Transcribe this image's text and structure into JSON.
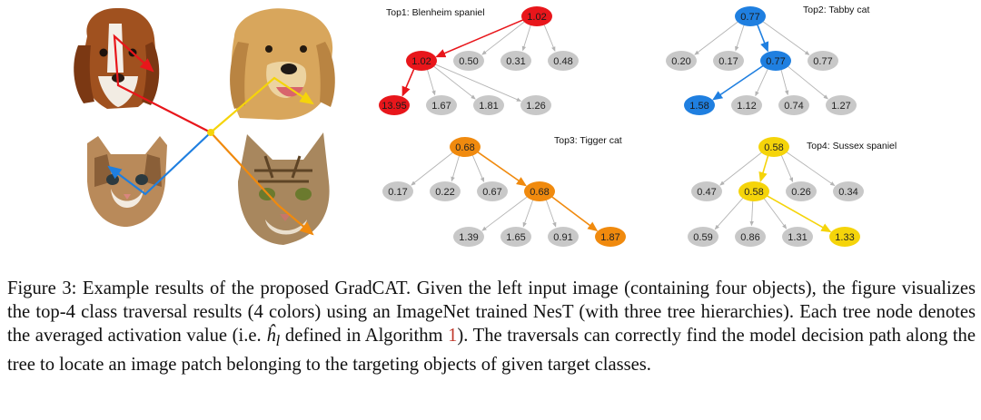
{
  "figure": {
    "trees": [
      {
        "label": "Top1: Blenheim spaniel",
        "color": "#e8161b",
        "levels": [
          [
            "1.02"
          ],
          [
            "1.02",
            "0.50",
            "0.31",
            "0.48"
          ],
          [
            "13.95",
            "1.67",
            "1.81",
            "1.26"
          ]
        ],
        "path": [
          0,
          0,
          0
        ]
      },
      {
        "label": "Top2: Tabby cat",
        "color": "#1f7fe0",
        "levels": [
          [
            "0.77"
          ],
          [
            "0.20",
            "0.17",
            "0.77",
            "0.77"
          ],
          [
            "1.58",
            "1.12",
            "0.74",
            "1.27"
          ]
        ],
        "path": [
          0,
          2,
          0
        ]
      },
      {
        "label": "Top3: Tigger cat",
        "color": "#f08a0e",
        "levels": [
          [
            "0.68"
          ],
          [
            "0.17",
            "0.22",
            "0.67",
            "0.68"
          ],
          [
            "1.39",
            "1.65",
            "0.91",
            "1.87"
          ]
        ],
        "path": [
          0,
          3,
          3
        ]
      },
      {
        "label": "Top4: Sussex spaniel",
        "color": "#f5d40a",
        "levels": [
          [
            "0.58"
          ],
          [
            "0.47",
            "0.58",
            "0.26",
            "0.34"
          ],
          [
            "0.59",
            "0.86",
            "1.31",
            "1.33"
          ]
        ],
        "path": [
          0,
          1,
          3
        ]
      }
    ],
    "images": [
      {
        "name": "blenheim-spaniel-photo"
      },
      {
        "name": "golden-retriever-photo"
      },
      {
        "name": "kitten-photo"
      },
      {
        "name": "tabby-cat-photo"
      }
    ],
    "colors": {
      "inactive_node": "#c8c8c8",
      "edge": "#b4b4b4"
    }
  },
  "caption": {
    "prefix": "Figure 3: Example results of the proposed GradCAT. Given the left input image (containing four objects), the figure visualizes the top-4 class traversal results (4 colors) using an ImageNet trained NesT (with three tree hierarchies). Each tree node denotes the averaged activation value (i.e. ",
    "math": "ĥ",
    "math_sub": "l",
    "middle": " defined in Algorithm ",
    "ref": "1",
    "suffix": "). The traversals can correctly find the model decision path along the tree to locate an image patch belonging to the targeting objects of given target classes."
  }
}
